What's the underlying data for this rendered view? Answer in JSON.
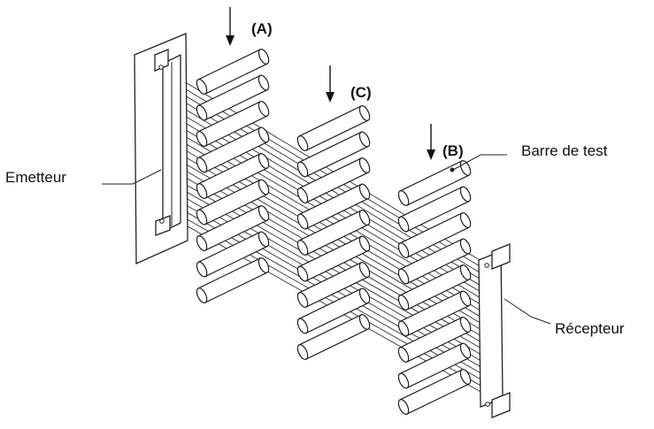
{
  "labels": {
    "emitter": "Emetteur",
    "receiver": "Récepteur",
    "test_bar": "Barre de test",
    "position_a": "(A)",
    "position_b": "(B)",
    "position_c": "(C)"
  },
  "colors": {
    "stroke": "#222222",
    "background": "#ffffff"
  }
}
